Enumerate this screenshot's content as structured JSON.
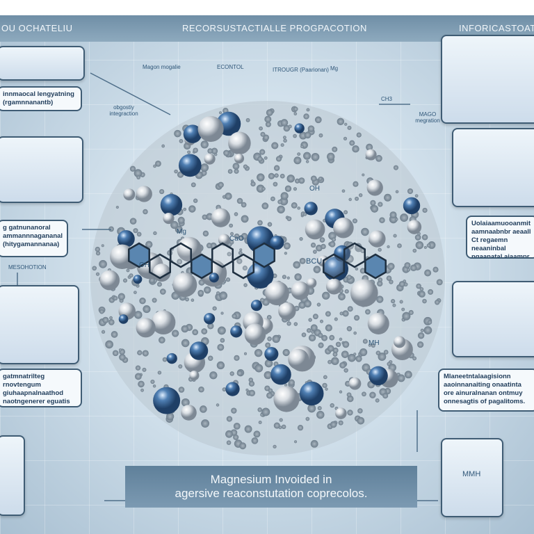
{
  "header": {
    "left_title": "OU OCHATELIU",
    "center_title": "RECORSUSTACTIALLE PROGPACOTION",
    "right_title": "INFORICASTOATO"
  },
  "left_panels": {
    "text_1": "innmaocal lengyatning (rgamnnanantb)",
    "annotation_1": "obgostiy integraction",
    "text_2": "g gatnunanoral ammannnagananal (hitygamannanaa)",
    "label_1": "MESOHOTION",
    "text_3": "gatmnatrilteg rnovtengum giuhaapnalnaathod naotngenerer eguatis"
  },
  "right_panels": {
    "annotation_1": "MAGO megration",
    "text_1": "Uolaiaamuooanmit aamnaabnbr aeaall Ct regaemn neaaninbal ngaanatal aiaampr",
    "text_2": "Mlaneetntalaagisionn aaoinnanaiting onaatinta ore ainuralnanan ontmuy onnesagtis of pagalitoms.",
    "box_label": "MMH"
  },
  "center": {
    "labels": [
      "Magon mogalie",
      "ECONTOL",
      "ITROUGR (Paarionan)",
      "Mg",
      "CH3",
      "Mg",
      "BCU",
      "OH",
      "MH",
      "CaO",
      "OH"
    ]
  },
  "caption": {
    "line_1": "Magnesium Invoided in",
    "line_2": "agersive reaconstutation coprecolos."
  },
  "colors": {
    "frame": "#3f5c74",
    "sphere_blue": "#4f7fb3",
    "sphere_silver": "#d9dee3",
    "header": "#7f9bb0"
  }
}
